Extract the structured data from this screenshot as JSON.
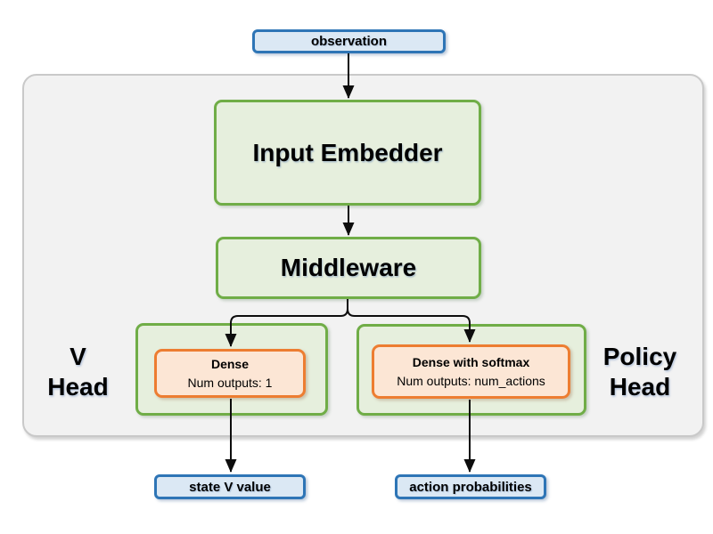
{
  "diagram": {
    "nodes": {
      "observation": {
        "label": "observation"
      },
      "input_embedder": {
        "label": "Input Embedder"
      },
      "middleware": {
        "label": "Middleware"
      },
      "v_head": {
        "line1": "V",
        "line2": "Head"
      },
      "policy_head": {
        "line1": "Policy",
        "line2": "Head"
      },
      "v_dense": {
        "title": "Dense",
        "subtitle": "Num outputs: 1"
      },
      "policy_dense": {
        "title": "Dense with softmax",
        "subtitle": "Num outputs: num_actions"
      },
      "state_v_value": {
        "label": "state V value"
      },
      "action_probabilities": {
        "label": "action probabilities"
      }
    },
    "colors": {
      "io_box_fill": "#dbe8f4",
      "io_box_border": "#2e75b6",
      "block_fill": "#e6efdd",
      "block_border": "#70ad47",
      "dense_fill": "#fce6d5",
      "dense_border": "#ed7d31",
      "container_fill": "#f2f2f2",
      "container_border": "#c9c9c9",
      "arrow": "#000000",
      "text": "#000000"
    }
  }
}
